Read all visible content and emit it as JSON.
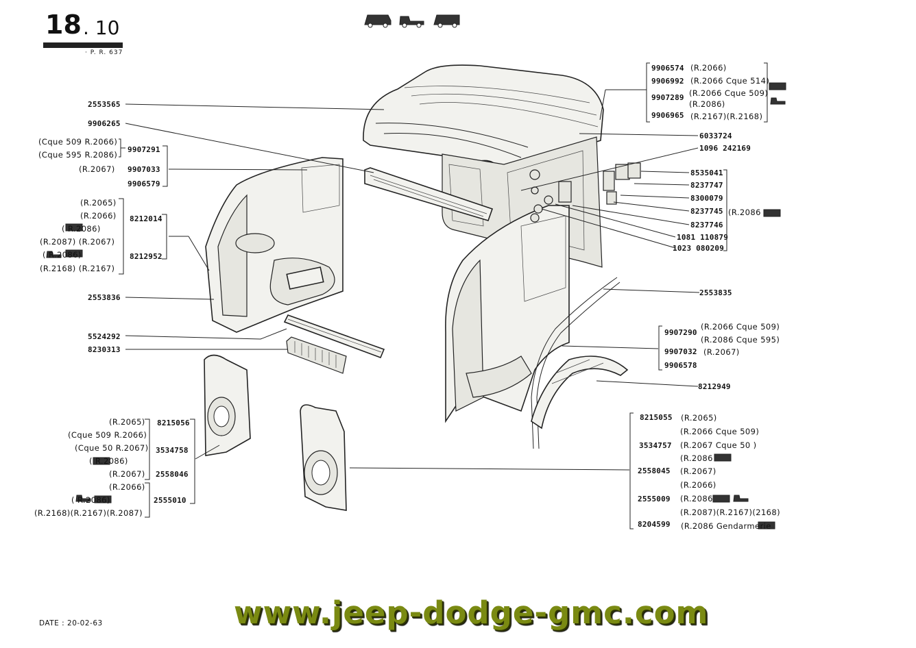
{
  "header": {
    "section_main": "18",
    "section_sub": ". 10",
    "pr_ref": "· P. R. 637"
  },
  "footer": {
    "date": "DATE : 20-02-63",
    "watermark": "www.jeep-dodge-gmc.com"
  },
  "icons": [
    "van-icon",
    "pickup-truck-icon",
    "minibus-icon"
  ],
  "left_labels": {
    "p_roof": "2553565",
    "p_9906265": "9906265",
    "group1_refs": [
      "(Cque 509 R.2066)",
      "(Cque 595 R.2086)",
      "(R.2067)"
    ],
    "group1_parts": [
      "9907291",
      "9907033",
      "9906579"
    ],
    "group2_refs": [
      "(R.2065)",
      "(R.2066)",
      "( R.2086)",
      "(R.2087) (R.2067)",
      "( R.2086)",
      "(R.2168)  (R.2167)"
    ],
    "group2_parts": [
      "8212014",
      "8212952"
    ],
    "p_2553836": "2553836",
    "p_5524292": "5524292",
    "p_8230313": "8230313",
    "group3_refs": [
      "(R.2065)",
      "(Cque 509 R.2066)",
      "(Cque 50 R.2067)",
      "( R.2086)",
      "(R.2067)",
      "(R.2066)",
      "( R.2086)",
      "(R.2168)(R.2167)(R.2087)"
    ],
    "group3_parts": [
      "8215056",
      "3534758",
      "2558046",
      "2555010"
    ]
  },
  "right_labels": {
    "top_parts": [
      "9906574",
      "9906992",
      "9907289",
      "9906965"
    ],
    "top_refs": [
      "(R.2066)",
      "(R.2066 Cque 514)",
      "(R.2066 Cque 509)",
      "(R.2086)",
      "(R.2167)(R.2168)"
    ],
    "hw_parts": [
      "6033724",
      "1096 242169",
      "8535041",
      "8237747",
      "8300079",
      "8237745",
      "8237746",
      "1081 110879",
      "1023 080209"
    ],
    "hw_ref": "(R.2086",
    "p_2553835": "2553835",
    "mid_parts": [
      "9907290",
      "9907032",
      "9906578"
    ],
    "mid_refs": [
      "(R.2066 Cque 509)",
      "(R.2086 Cque 595)",
      "(R.2067)"
    ],
    "p_8212949": "8212949",
    "bot_parts": [
      "8215055",
      "3534757",
      "2558045",
      "2555009",
      "8204599"
    ],
    "bot_refs": [
      "(R.2065)",
      "(R.2066 Cque 509)",
      "(R.2067 Cque 50 )",
      "(R.2086",
      "(R.2067)",
      "(R.2066)",
      "(R.2086",
      "(R.2087)(R.2167)(2168)",
      "(R.2086 Gendarmerie"
    ]
  }
}
